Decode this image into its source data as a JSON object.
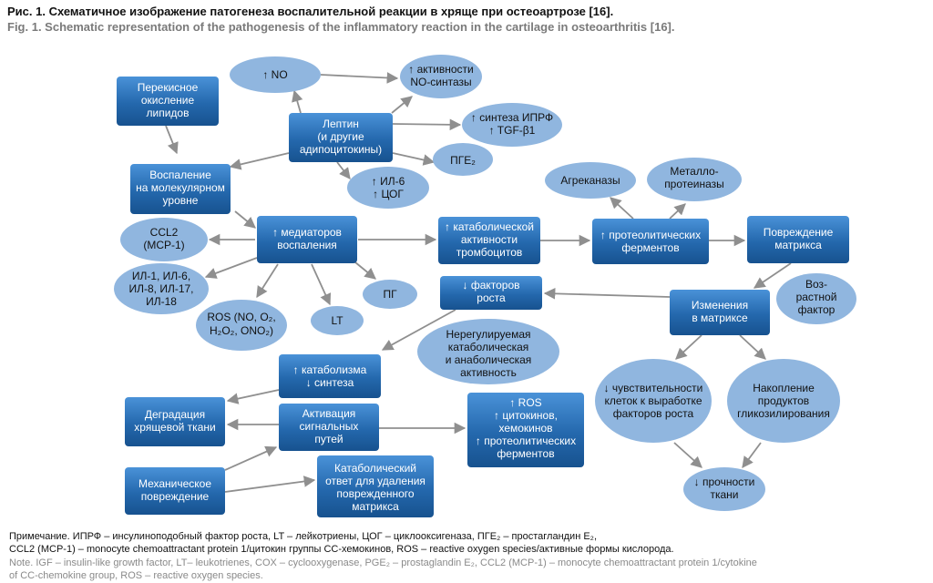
{
  "figure": {
    "title_ru": "Рис. 1. Схематичное изображение патогенеза воспалительной реакции в хряще при остеоартрозе [16].",
    "title_en": "Fig. 1. Schematic representation of the pathogenesis of the inflammatory reaction in the cartilage in osteoarthritis [16]."
  },
  "nodes": {
    "peroxidation": [
      "Перекисное",
      "окисление",
      "липидов"
    ],
    "leptin": [
      "Лептин",
      "(и другие",
      "адипоцитокины)"
    ],
    "inflammation": [
      "Воспаление",
      "на молекулярном",
      "уровне"
    ],
    "mediators": [
      "↑ медиаторов",
      "воспаления"
    ],
    "thrombocytes": [
      "↑ катаболической",
      "активности",
      "тромбоцитов"
    ],
    "proteolytic": [
      "↑ протеолитических",
      "ферментов"
    ],
    "matrix_damage": [
      "Повреждение",
      "матрикса"
    ],
    "growth_factors": [
      "↓ факторов",
      "роста"
    ],
    "matrix_changes": [
      "Изменения",
      "в матриксе"
    ],
    "catabolism": [
      "↑ катаболизма",
      "↓ синтеза"
    ],
    "degradation": [
      "Деградация",
      "хрящевой ткани"
    ],
    "activation": [
      "Активация",
      "сигнальных",
      "путей"
    ],
    "ros_box": [
      "↑ ROS",
      "↑ цитокинов,",
      "хемокинов",
      "↑ протеолитических",
      "ферментов"
    ],
    "mechanical": [
      "Механическое",
      "повреждение"
    ],
    "catabolic_response": [
      "Катаболический",
      "ответ для удаления",
      "поврежденного",
      "матрикса"
    ],
    "no": [
      "↑ NO"
    ],
    "no_synthase": [
      "↑ активности",
      "NO-синтазы"
    ],
    "ipf": [
      "↑ синтеза ИПРФ",
      "↑ TGF-β1"
    ],
    "pge2": [
      "ПГЕ₂"
    ],
    "il6": [
      "↑ ИЛ-6",
      "↑ ЦОГ"
    ],
    "aggrecanases": [
      "Агреканазы"
    ],
    "metalloproteinases": [
      "Металло-",
      "протеиназы"
    ],
    "ccl2": [
      "CCL2",
      "(MCP-1)"
    ],
    "interleukins": [
      "ИЛ-1, ИЛ-6,",
      "ИЛ-8, ИЛ-17,",
      "ИЛ-18"
    ],
    "ros": [
      "ROS (NO, O₂,",
      "H₂O₂, ONO₂)"
    ],
    "lt": [
      "LT"
    ],
    "pg": [
      "ПГ"
    ],
    "age_factor": [
      "Воз-",
      "растной",
      "фактор"
    ],
    "unregulated": [
      "Нерегулируемая",
      "катаболическая",
      "и анаболическая",
      "активность"
    ],
    "sensitivity": [
      "↓ чувствительности",
      "клеток к выработке",
      "факторов роста"
    ],
    "glycation": [
      "Накопление",
      "продуктов",
      "гликозилирования"
    ],
    "strength": [
      "↓ прочности",
      "ткани"
    ]
  },
  "notes": {
    "ru1": "Примечание. ИПРФ – инсулиноподобный фактор роста, LT – лейкотриены, ЦОГ – циклооксигеназа, ПГЕ₂ – простагландин Е₂,",
    "ru2": "CCL2 (MCP-1) – monocyte chemoattractant protein 1/цитокин группы СС-хемокинов, ROS – reactive oxygen species/активные формы кислорода.",
    "en1": "Note. IGF – insulin-like growth factor, LT– leukotrienes, COX – cyclooxygenase, PGE₂ – prostaglandin E₂, CCL2 (MCP-1) – monocyte chemoattractant protein 1/cytokine",
    "en2": "of CC-chemokine group, ROS – reactive oxygen species."
  },
  "colors": {
    "box_dark": "#1b5c9e",
    "box_light": "#3d86cf",
    "ellipse": "#90b6df",
    "arrow": "#8f8f8f"
  }
}
